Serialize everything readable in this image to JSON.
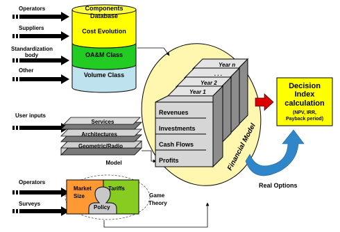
{
  "colors": {
    "cyl_top": "#ffff44",
    "cyl_cost": "#ffff00",
    "cyl_oam": "#22cc22",
    "cyl_volume": "#bfe3ee",
    "ellipse": "#fff6b0",
    "stack_face": "#d6d6d6",
    "stack_side": "#8c8c8c",
    "decision_box": "#ffff00",
    "red_arrow": "#dd0000",
    "curve": "#2f86c8",
    "market": "#ff9933",
    "tariffs": "#88cc22",
    "policy_shape": "#c8c8c8"
  },
  "inputs": {
    "operators_top": "Operators",
    "suppliers": "Suppliers",
    "standardization_1": "Standardization",
    "standardization_2": "body",
    "other": "Other",
    "user_inputs": "User inputs",
    "operators_bottom": "Operators",
    "surveys": "Surveys"
  },
  "database": {
    "components_1": "Components",
    "components_2": "Database",
    "cost_evolution": "Cost Evolution",
    "oam_class": "OA&M Class",
    "volume_class": "Volume Class"
  },
  "layers": {
    "services": "Services",
    "architectures": "Architectures",
    "geometric_1": "Geometric/Radio",
    "geometric_2": "Model"
  },
  "financial": {
    "year_n": "Year n",
    "dots": ". . .",
    "year_2": "Year 2",
    "year_1": "Year 1",
    "revenues": "Revenues",
    "investments": "Investments",
    "cash_flows": "Cash Flows",
    "profits": "Profits",
    "label": "Financial Model"
  },
  "decision": {
    "line1": "Decision",
    "line2": "Index",
    "line3": "calculation",
    "line4": "(NPV, IRR,",
    "line5": "Payback period)"
  },
  "real_options": "Real Options",
  "game": {
    "market_1": "Market",
    "market_2": "Size",
    "tariffs": "Tariffs",
    "policy": "Policy",
    "game_theory_1": "Game",
    "game_theory_2": "Theory"
  }
}
